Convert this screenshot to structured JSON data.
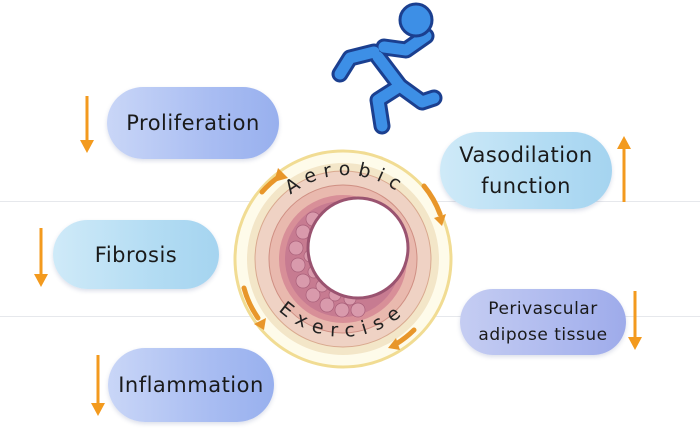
{
  "center": {
    "top_label": "Aerobic",
    "bottom_label": "Exercise"
  },
  "factors": {
    "proliferation": "Proliferation",
    "fibrosis": "Fibrosis",
    "inflammation": "Inflammation",
    "vasodilation_line1": "Vasodilation",
    "vasodilation_line2": "function",
    "perivascular_line1": "Perivascular",
    "perivascular_line2": "adipose tissue"
  },
  "trends": {
    "proliferation": "down",
    "fibrosis": "down",
    "inflammation": "down",
    "vasodilation": "up",
    "perivascular": "down"
  },
  "colors": {
    "arrow": "#f39a1e",
    "runner": "#3d8fe6",
    "vessel_wall": "#d99aa4",
    "ring": "#f3e3a6"
  },
  "icons": {
    "runner": "running-person-icon"
  }
}
